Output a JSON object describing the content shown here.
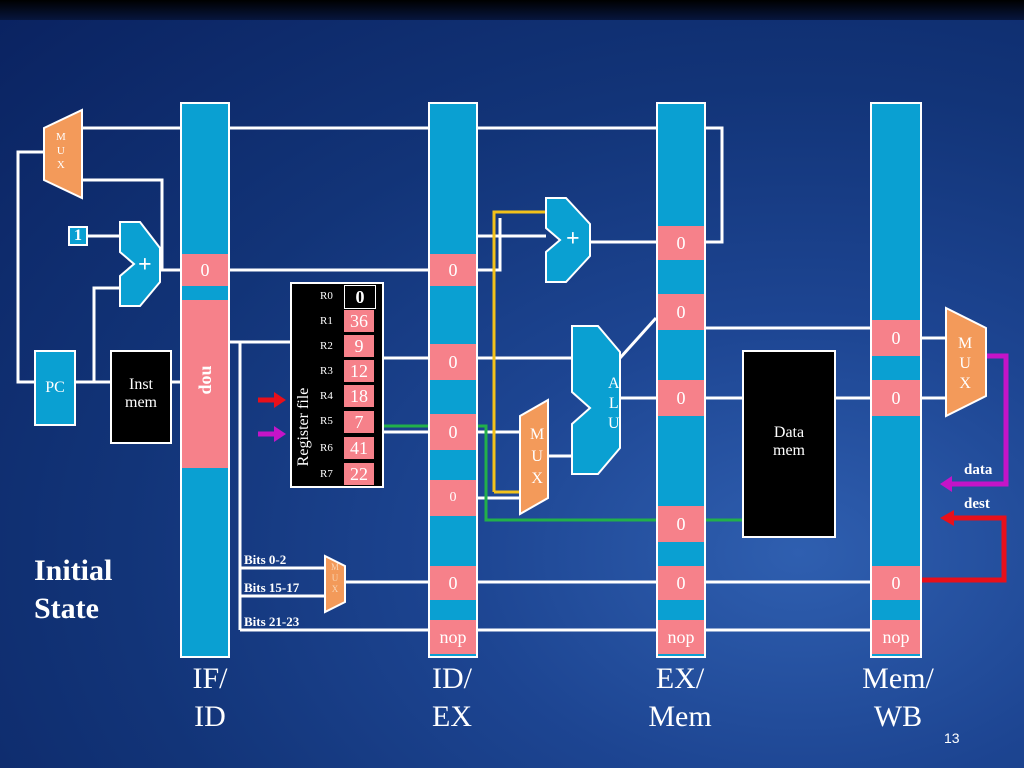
{
  "slide": {
    "title": "Initial State",
    "title_line1": "Initial",
    "title_line2": "State",
    "page_number": "13"
  },
  "stages": {
    "if_id_1": "IF/",
    "if_id_2": "ID",
    "id_ex_1": "ID/",
    "id_ex_2": "EX",
    "ex_mem_1": "EX/",
    "ex_mem_2": "Mem",
    "mem_wb_1": "Mem/",
    "mem_wb_2": "WB"
  },
  "components": {
    "pc": "PC",
    "inst_mem_1": "Inst",
    "inst_mem_2": "mem",
    "data_mem_1": "Data",
    "data_mem_2": "mem",
    "register_file": "Register file",
    "const_one": "1",
    "adder_symbol": "+",
    "mux_m": "M",
    "mux_u": "U",
    "mux_x": "X",
    "alu_a": "A",
    "alu_l": "L",
    "alu_u": "U"
  },
  "registers": [
    {
      "name": "R0",
      "value": "0"
    },
    {
      "name": "R1",
      "value": "36"
    },
    {
      "name": "R2",
      "value": "9"
    },
    {
      "name": "R3",
      "value": "12"
    },
    {
      "name": "R4",
      "value": "18"
    },
    {
      "name": "R5",
      "value": "7"
    },
    {
      "name": "R6",
      "value": "41"
    },
    {
      "name": "R7",
      "value": "22"
    }
  ],
  "pipeline_values": {
    "if_id_pc": "0",
    "if_id_instr": "dou",
    "id_ex_pc": "0",
    "id_ex_v1": "0",
    "id_ex_v2": "0",
    "id_ex_imm": "0",
    "id_ex_dest": "0",
    "id_ex_op": "nop",
    "ex_mem_pc": "0",
    "ex_mem_a": "0",
    "ex_mem_alu": "0",
    "ex_mem_v": "0",
    "ex_mem_dest": "0",
    "ex_mem_op": "nop",
    "mem_wb_a": "0",
    "mem_wb_b": "0",
    "mem_wb_dest": "0",
    "mem_wb_op": "nop"
  },
  "bits": {
    "b1": "Bits 0-2",
    "b2": "Bits 15-17",
    "b3": "Bits 21-23"
  },
  "wb_labels": {
    "data": "data",
    "dest": "dest"
  },
  "colors": {
    "pipeline_bar": "#0aa0d2",
    "value_box": "#f6818a",
    "mux": "#f39a5a",
    "adder_alu": "#0aa0d2",
    "green_wire": "#22b04a",
    "yellow_wire": "#f2c21b",
    "red_arrow": "#e8101a",
    "magenta_arrow": "#c414c8"
  }
}
